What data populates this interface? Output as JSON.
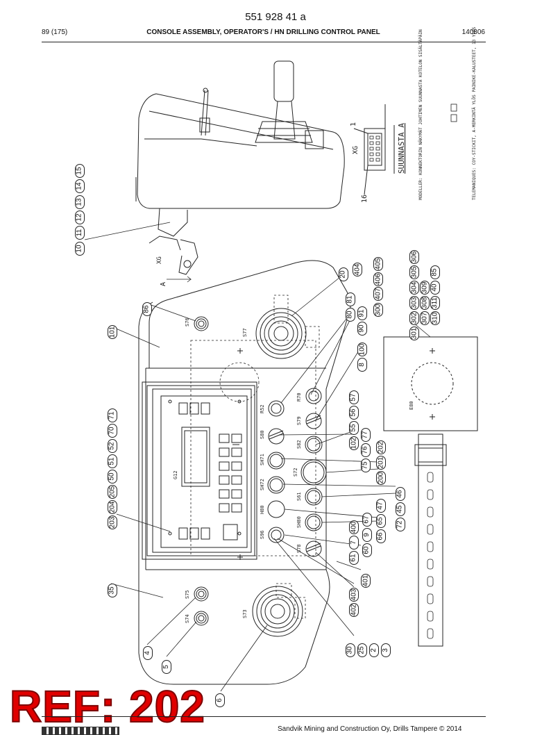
{
  "header": {
    "doc_number": "551 928 41 a",
    "page": "89 (175)",
    "title": "CONSOLE ASSEMBLY, OPERATOR'S / HN DRILLING CONTROL PANEL",
    "code": "140806"
  },
  "footer": {
    "copyright": "Sandvik Mining and Construction Oy, Drills Tampere © 2014"
  },
  "stamp": {
    "text": "REF: 202",
    "color": "#e00000"
  },
  "callouts": [
    "10",
    "11",
    "12",
    "13",
    "14",
    "15",
    "20",
    "404",
    "405",
    "406",
    "407",
    "300",
    "301",
    "302",
    "303",
    "304",
    "305",
    "306",
    "307",
    "308",
    "309",
    "310",
    "311",
    "40",
    "85",
    "86",
    "80",
    "81",
    "90",
    "91",
    "8",
    "100",
    "101",
    "102",
    "55",
    "56",
    "57",
    "75",
    "76",
    "77",
    "200",
    "201",
    "202",
    "203",
    "204",
    "205",
    "50",
    "51",
    "52",
    "70",
    "71",
    "72",
    "45",
    "46",
    "47",
    "65",
    "66",
    "67",
    "9",
    "60",
    "61",
    "7",
    "400",
    "401",
    "402",
    "403",
    "35",
    "30",
    "25",
    "2",
    "3",
    "4",
    "5",
    "6"
  ],
  "panel_labels": {
    "joystick_right": "S77",
    "joystick_left": "S73",
    "display": "G12",
    "selector_s76": "S76",
    "button_r52": "R52",
    "button_r70": "R70",
    "switch_s79": "S79",
    "switch_s80": "S80",
    "button_s82": "S82",
    "button_sh71": "SH71",
    "button_s72": "S72",
    "button_sh72": "SH72",
    "button_s61": "S61",
    "button_h80": "H80",
    "button_sh80": "SH80",
    "button_s96": "S96",
    "switch_s78": "S78",
    "button_s75": "S75",
    "button_s74": "S74",
    "connector_box": "E80"
  },
  "detail": {
    "connector_name": "XG",
    "pin_first": "1",
    "pin_last": "16",
    "view_label": "SUUNNASTA A",
    "arrow_label": "A",
    "arrow_connector": "XG",
    "models_text": "MODELLER: KONNEKTORIN NÄKYMÄT JOHTIMEN SUUNNASTA KOTELON SISÄLTÄPÄIN",
    "telemaniques_text": "TELEMANIQUES: COY-STICKIT, A-MERKINTÄ YLÖS PAINIKE-KALUSTEET, 13 YLÖS"
  }
}
